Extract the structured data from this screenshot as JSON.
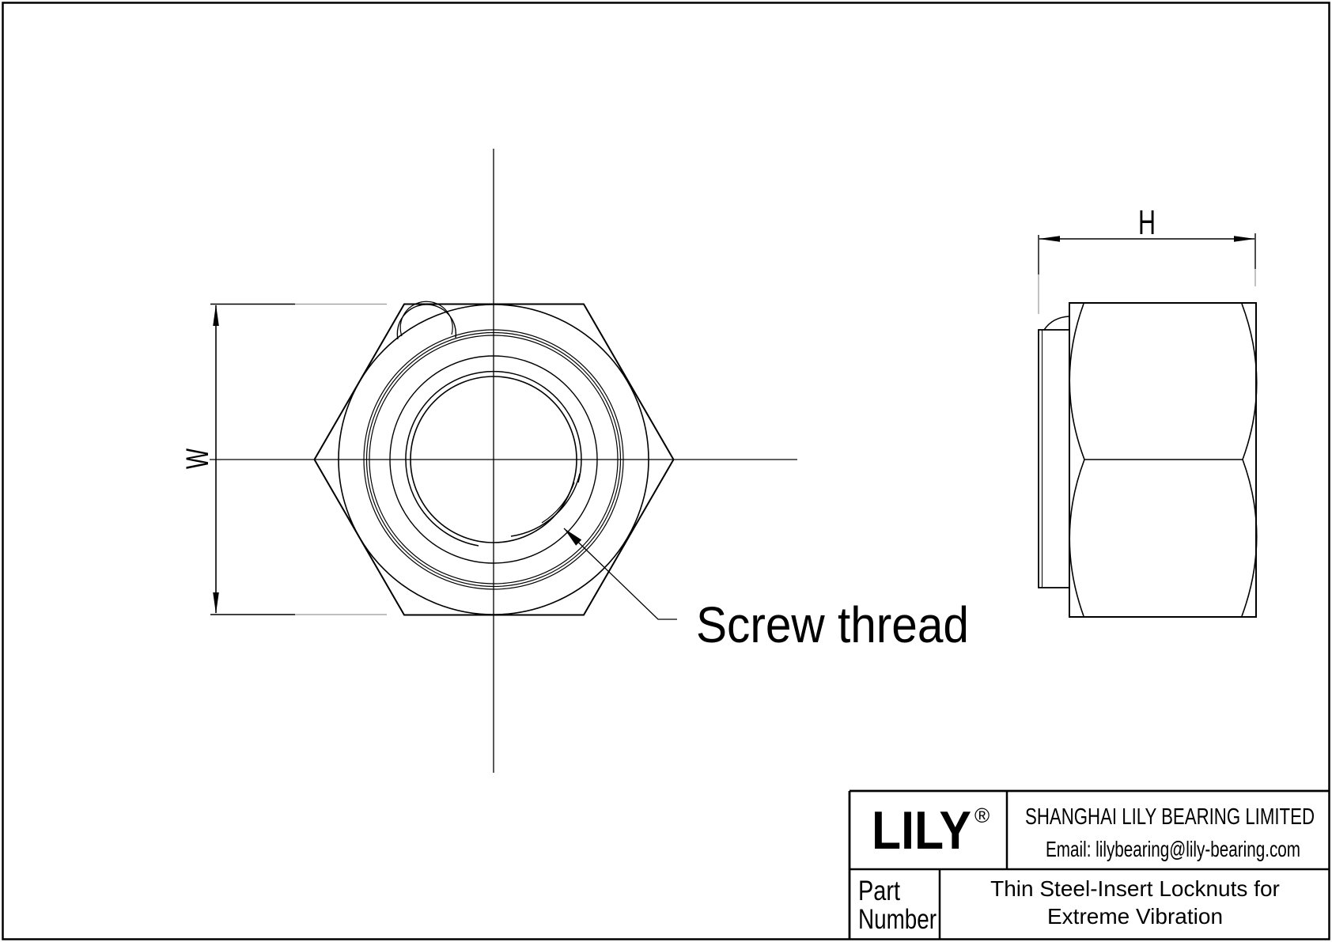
{
  "page": {
    "background": "#ffffff",
    "line_color": "#000000",
    "secondary_line_color": "#999999"
  },
  "dimensions": {
    "width_label": "W",
    "height_label": "H"
  },
  "annotations": {
    "screw_thread_label": "Screw thread"
  },
  "title_block": {
    "logo_text": "LILY",
    "registered_mark": "®",
    "company_name": "SHANGHAI LILY BEARING LIMITED",
    "email": "Email: lilybearing@lily-bearing.com",
    "part_number_label_line1": "Part",
    "part_number_label_line2": "Number",
    "description_line1": "Thin Steel-Insert Locknuts for",
    "description_line2": "Extreme Vibration"
  }
}
